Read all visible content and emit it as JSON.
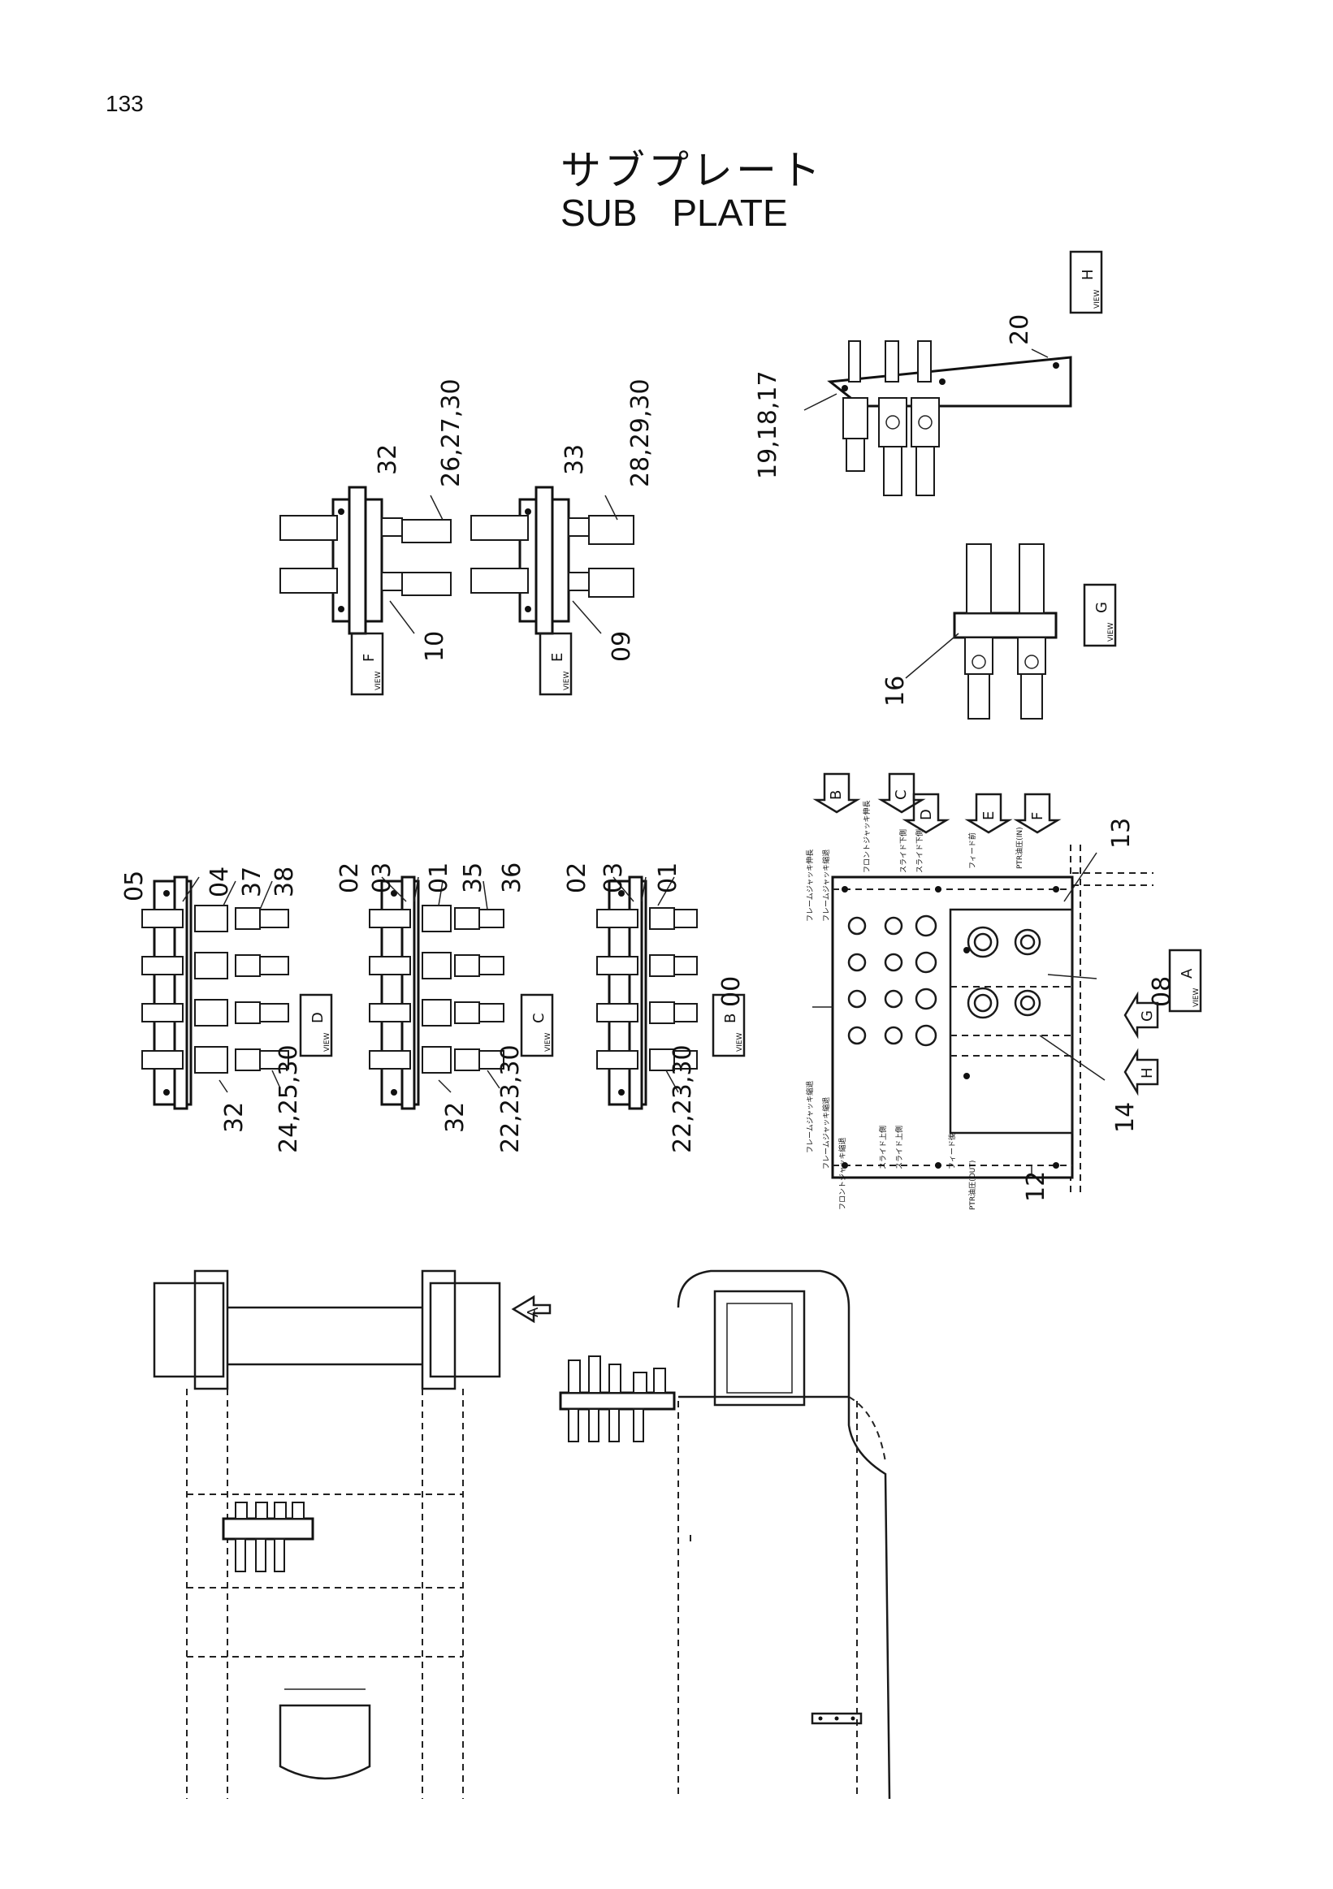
{
  "page_number": "133",
  "title": {
    "japanese": "サブプレート",
    "english": "SUB  PLATE"
  },
  "views": {
    "A": "A",
    "B": "B",
    "C": "C",
    "D": "D",
    "E": "E",
    "F": "F",
    "G": "G",
    "H": "H",
    "view_word": "VIEW"
  },
  "callouts": {
    "c20": "20",
    "c19_18_17": "19,18,17",
    "c32_f": "32",
    "c26_27_30": "26,27,30",
    "c33": "33",
    "c28_29_30": "28,29,30",
    "c10": "10",
    "c09": "09",
    "c16": "16",
    "c05": "05",
    "c04": "04",
    "c37": "37",
    "c38": "38",
    "c02_c": "02",
    "c03_c": "03",
    "c01_c": "01",
    "c35": "35",
    "c36": "36",
    "c02_b": "02",
    "c03_b": "03",
    "c01_b": "01",
    "c00": "00",
    "c13": "13",
    "c08": "08",
    "c14": "14",
    "c12": "12",
    "c32_d": "32",
    "c24_25_30": "24,25,30",
    "c32_c": "32",
    "c22_23_30_c": "22,23,30",
    "c22_23_30_b": "22,23,30"
  },
  "plate_labels": {
    "top": [
      "フレームジャッキ伸長",
      "フレームジャッキ縮退",
      "フロントジャッキ伸長",
      "スライド下側",
      "スライド下側"
    ],
    "right_top": [
      "フィード前",
      "PTR油圧(IN)"
    ],
    "bottom": [
      "フレームジャッキ縮退",
      "フレームジャッキ縮退",
      "フロントジャッキ縮退",
      "スライド上側",
      "スライド上側",
      "フィード後",
      "PTR油圧(OUT)"
    ]
  }
}
